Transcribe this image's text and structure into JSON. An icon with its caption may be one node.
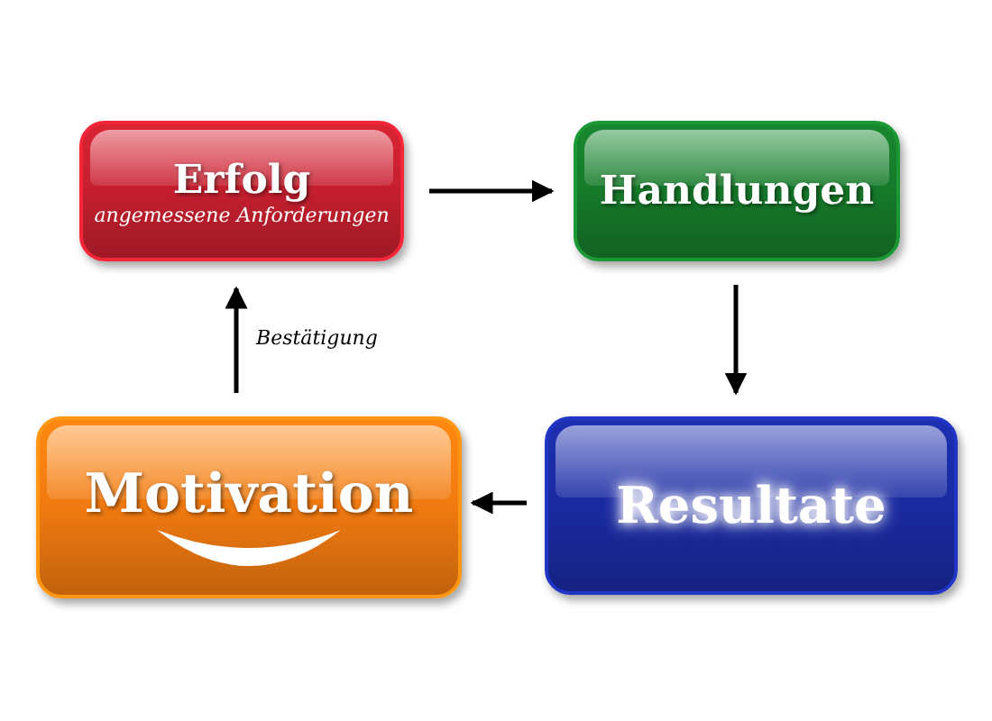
{
  "diagram": {
    "nodes": [
      {
        "text": [
          "Erfolg",
          "angemessene Anforderungen"
        ]
      },
      {
        "text": [
          "Handlungen"
        ]
      },
      {
        "text": [
          "Resultate"
        ]
      },
      {
        "text": [
          "Motivation"
        ]
      }
    ],
    "edges": [
      {
        "from": 0,
        "to": 1,
        "arrow": "to"
      },
      {
        "from": 1,
        "to": 2,
        "arrow": "to"
      },
      {
        "from": 2,
        "to": 3,
        "arrow": "to"
      },
      {
        "from": 3,
        "to": 0,
        "arrow": "to",
        "label": "Bestätigung"
      }
    ]
  }
}
